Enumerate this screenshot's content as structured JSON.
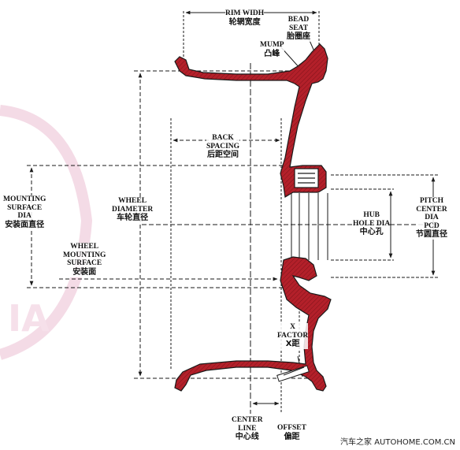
{
  "labels": {
    "rim_width": {
      "en": [
        "RIM WIDH"
      ],
      "zh": "轮辋宽度"
    },
    "bead_seat": {
      "en": [
        "BEAD",
        "SEAT"
      ],
      "zh": "胎圈座"
    },
    "mump": {
      "en": [
        "MUMP"
      ],
      "zh": "凸峰"
    },
    "back_spacing": {
      "en": [
        "BACK",
        "SPACING"
      ],
      "zh": "后距空间"
    },
    "mounting_surface_dia": {
      "en": [
        "MOUNTING",
        "SURFACE",
        "DIA"
      ],
      "zh": "安装面直径"
    },
    "wheel_diameter": {
      "en": [
        "WHEEL",
        "DIAMETER"
      ],
      "zh": "车轮直径"
    },
    "wheel_mounting_surface": {
      "en": [
        "WHEEL",
        "MOUNTING",
        "SURFACE"
      ],
      "zh": "安装面"
    },
    "hub_hole_dia": {
      "en": [
        "HUB",
        "HOLE DIA"
      ],
      "zh": "中心孔"
    },
    "pitch_center_dia": {
      "en": [
        "PITCH",
        "CENTER",
        "DIA",
        "PCD"
      ],
      "zh": "节圆直径"
    },
    "x_factor": {
      "en": [
        "X",
        "FACTOR"
      ],
      "zh": "X距"
    },
    "center_line": {
      "en": [
        "CENTER",
        "LINE"
      ],
      "zh": "中心线"
    },
    "offset": {
      "en": [
        "OFFSET"
      ],
      "zh": "偏距"
    }
  },
  "watermark": "汽车之家 AUTOHOME.COM.CN",
  "colors": {
    "rim_fill": "#b3202a",
    "line": "#1a1a1a",
    "watermark_pink": "#f4dbe6"
  }
}
